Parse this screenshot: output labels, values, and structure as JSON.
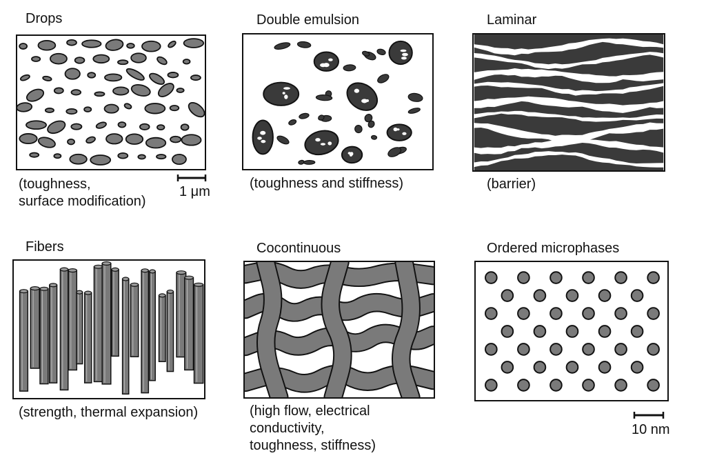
{
  "panels": [
    {
      "key": "drops",
      "title": "Drops",
      "caption": [
        "(toughness,",
        "surface modification)"
      ]
    },
    {
      "key": "double",
      "title": "Double emulsion",
      "caption": [
        "(toughness and stiffness)"
      ]
    },
    {
      "key": "laminar",
      "title": "Laminar",
      "caption": [
        "(barrier)"
      ]
    },
    {
      "key": "fibers",
      "title": "Fibers",
      "caption": [
        "(strength, thermal expansion)"
      ]
    },
    {
      "key": "cocontinuous",
      "title": "Cocontinuous",
      "caption": [
        "(high flow, electrical",
        "conductivity,",
        "toughness, stiffness)"
      ]
    },
    {
      "key": "ordered",
      "title": "Ordered microphases",
      "caption": []
    }
  ],
  "scale_bars": [
    {
      "label": "1 μm"
    },
    {
      "label": "10 nm"
    }
  ],
  "colors": {
    "outline": "#111111",
    "phase_fill": "#7a7a7a",
    "dark_fill": "#3a3a3a",
    "background": "#ffffff"
  }
}
